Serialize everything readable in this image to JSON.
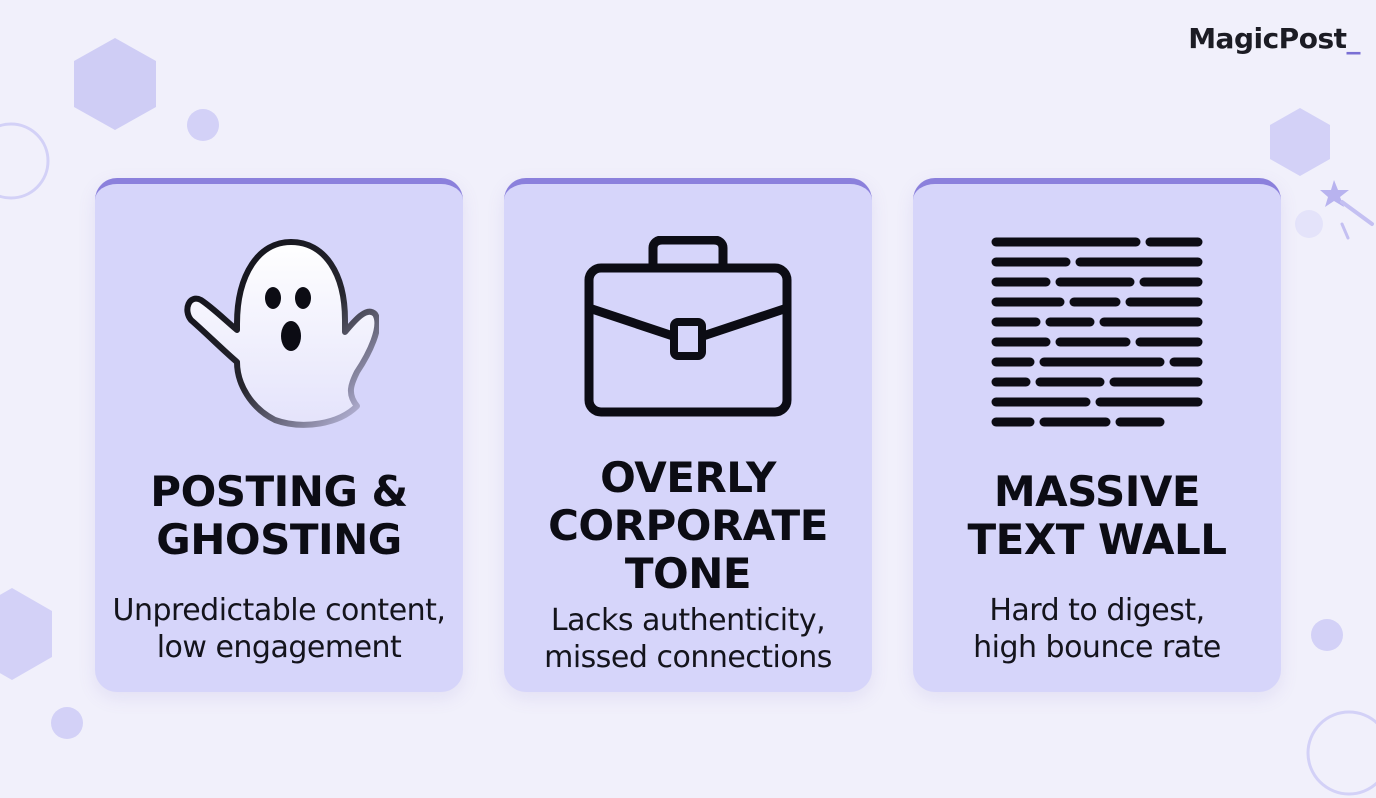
{
  "brand": {
    "name": "MagicPost",
    "cursor": "_"
  },
  "colors": {
    "background": "#f1f0fb",
    "card": "#d6d5fa",
    "accent": "#8b80dc",
    "decoration": "#cfcdf5"
  },
  "cards": [
    {
      "icon": "ghost-icon",
      "title": "POSTING &\nGHOSTING",
      "description": "Unpredictable content,\nlow engagement"
    },
    {
      "icon": "briefcase-icon",
      "title": "OVERLY\nCORPORATE\nTONE",
      "description": "Lacks authenticity,\nmissed connections"
    },
    {
      "icon": "text-wall-icon",
      "title": "MASSIVE\nTEXT WALL",
      "description": "Hard to digest,\nhigh bounce rate"
    }
  ]
}
